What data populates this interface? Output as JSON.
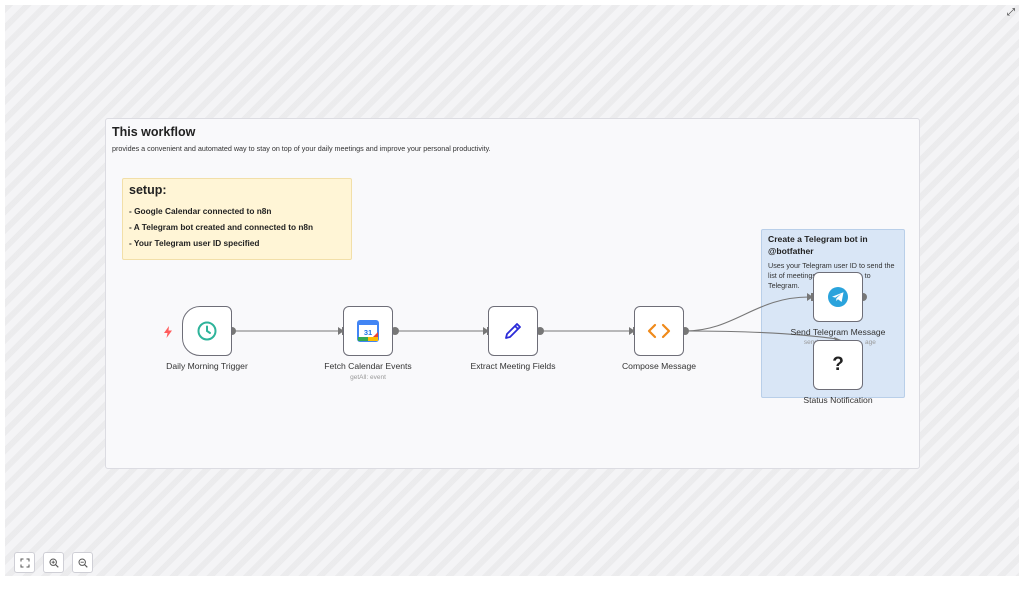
{
  "canvas": {
    "expand_icon": "expand-icon"
  },
  "main_note": {
    "title": "This workflow",
    "description": "provides a convenient and automated way to stay on top of your daily meetings and improve your personal productivity."
  },
  "setup_note": {
    "title": "setup:",
    "lines": [
      "- Google Calendar connected to n8n",
      "- A Telegram bot created and connected to n8n",
      "- Your Telegram user ID specified"
    ]
  },
  "telegram_note": {
    "title": "Create a Telegram bot in @botfather",
    "description": "Uses your Telegram user ID to send the list of meetings as a message to Telegram."
  },
  "nodes": {
    "trigger": {
      "label": "Daily Morning Trigger",
      "icon": "clock-icon"
    },
    "calendar": {
      "label": "Fetch Calendar Events",
      "sublabel": "getAll: event",
      "icon": "google-calendar-icon",
      "icon_text": "31"
    },
    "extract": {
      "label": "Extract Meeting Fields",
      "icon": "pencil-icon"
    },
    "compose": {
      "label": "Compose Message",
      "icon": "code-icon",
      "icon_text": "<>"
    },
    "telegram": {
      "label": "Send Telegram Message",
      "sublabel": "send",
      "sublabel_tail": "age",
      "icon": "telegram-icon"
    },
    "status": {
      "label": "Status Notification",
      "icon": "question-icon",
      "icon_text": "?"
    }
  },
  "colors": {
    "clock": "#2eb39a",
    "pencil": "#2b2bd8",
    "code": "#ef8a1a",
    "telegram": "#2aa3dc",
    "trigger_bolt": "#ff5c5c",
    "edge": "#777777"
  },
  "zoom_controls": {
    "fit_icon": "fit-view-icon",
    "zoom_in_icon": "zoom-in-icon",
    "zoom_out_icon": "zoom-out-icon"
  }
}
